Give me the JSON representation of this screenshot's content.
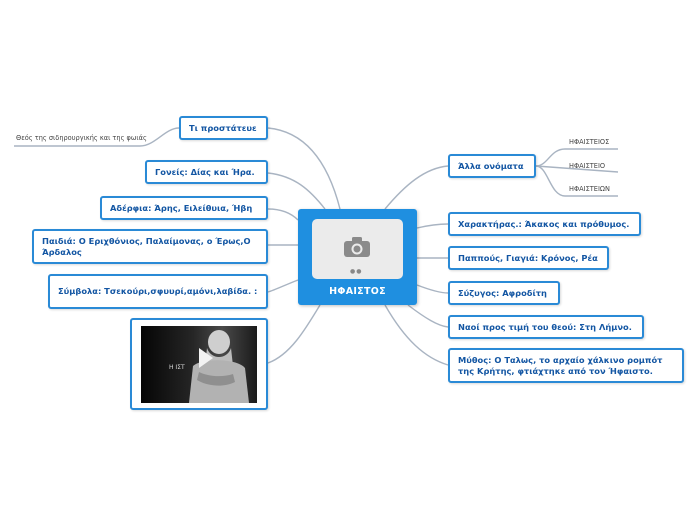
{
  "central": {
    "title": "ΗΦΑΙΣΤΟΣ",
    "icon": "camera-icon"
  },
  "left_nodes": {
    "protects": {
      "label": "Τι προστάτευε",
      "leaf": "Θεός της σιδηρουργικής και της φωιάς"
    },
    "parents": {
      "label": "Γονείς: Δίας και Ήρα."
    },
    "siblings": {
      "label": "Αδέρφια: Άρης, Ειλείθυια, Ήβη"
    },
    "children": {
      "label": "Παιδιά: Ο Εριχθόνιος, Παλαίμονας, ο Έρως,Ο Άρδαλος"
    },
    "symbols": {
      "label": "Σύμβολα: Τσεκούρι,σφυυρί,αμόνι,λαβίδα. :"
    },
    "video": {
      "caption": "Η   ΙΣΤ",
      "icon": "play-icon"
    }
  },
  "right_nodes": {
    "other_names": {
      "label": "Άλλα ονόματα",
      "leaves": [
        "ΗΦΑΙΣΤΕΙΟΣ",
        "ΗΦΑΙΣΤΕΙΟ",
        "ΗΦΑΙΣΤΕΙΩΝ"
      ]
    },
    "character": {
      "label": "Χαρακτήρας.: Άκακος και πρόθυμος."
    },
    "grandparents": {
      "label": "Παππούς, Γιαγιά: Κρόνος, Ρέα"
    },
    "spouse": {
      "label": "Σύζυγος: Αφροδίτη"
    },
    "temples": {
      "label": "Ναοί προς τιμή του θεού: Στη Λήμνο."
    },
    "myth": {
      "label": "Μύθος: Ο Ταλως, το αρχαίο χάλκινο ρομπότ της Κρήτης, φτιάχτηκε από τον Ήφαιστο."
    }
  },
  "colors": {
    "accent": "#1f8fe0",
    "node_border": "#2a8ad6",
    "node_text": "#1356a3",
    "link": "#a9b4c2"
  }
}
